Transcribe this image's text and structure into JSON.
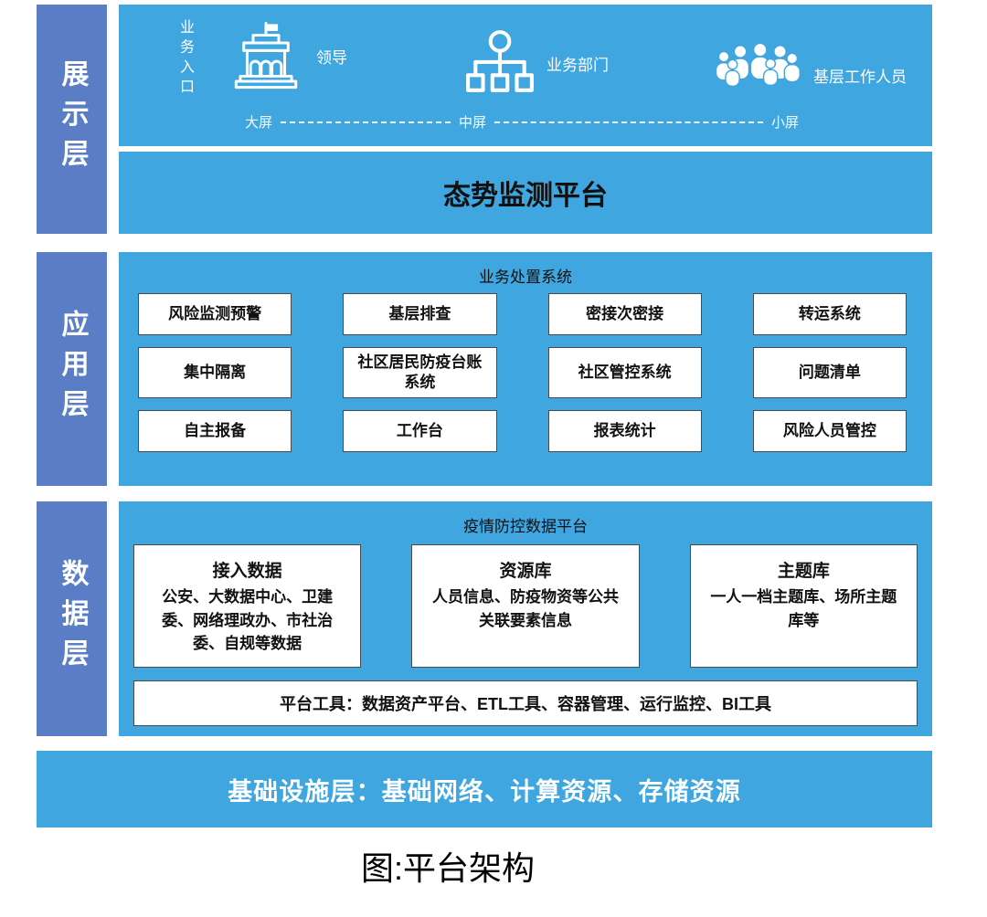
{
  "colors": {
    "panel_bg": "#3fa6e0",
    "rail_bg": "#5a7dc5"
  },
  "layers": [
    {
      "label": "展示层"
    },
    {
      "label": "应用层"
    },
    {
      "label": "数据层"
    }
  ],
  "display_layer": {
    "entry_label": "业务入口",
    "personas": [
      {
        "icon": "government-building-icon",
        "label": "领导"
      },
      {
        "icon": "org-chart-icon",
        "label": "业务部门"
      },
      {
        "icon": "people-group-icon",
        "label": "基层工作人员"
      }
    ],
    "screens": [
      "大屏",
      "中屏",
      "小屏"
    ],
    "platform_banner": "态势监测平台"
  },
  "application_layer": {
    "title": "业务处置系统",
    "modules": [
      "风险监测预警",
      "基层排查",
      "密接次密接",
      "转运系统",
      "集中隔离",
      "社区居民防疫台账系统",
      "社区管控系统",
      "问题清单",
      "自主报备",
      "工作台",
      "报表统计",
      "风险人员管控"
    ]
  },
  "data_layer": {
    "title": "疫情防控数据平台",
    "stores": [
      {
        "title": "接入数据",
        "desc": "公安、大数据中心、卫建委、网络理政办、市社治委、自规等数据"
      },
      {
        "title": "资源库",
        "desc": "人员信息、防疫物资等公共关联要素信息"
      },
      {
        "title": "主题库",
        "desc": "一人一档主题库、场所主题库等"
      }
    ],
    "tools": "平台工具：数据资产平台、ETL工具、容器管理、运行监控、BI工具"
  },
  "infrastructure": "基础设施层：基础网络、计算资源、存储资源",
  "caption": "图:平台架构"
}
